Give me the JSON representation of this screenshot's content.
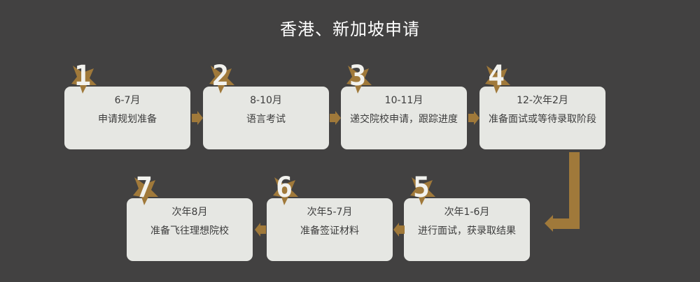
{
  "title": "香港、新加坡申请",
  "steps": [
    {
      "num": "1",
      "period": "6-7月",
      "desc": "申请规划准备"
    },
    {
      "num": "2",
      "period": "8-10月",
      "desc": "语言考试"
    },
    {
      "num": "3",
      "period": "10-11月",
      "desc": "递交院校申请，跟踪进度"
    },
    {
      "num": "4",
      "period": "12-次年2月",
      "desc": "准备面试或等待录取阶段"
    },
    {
      "num": "5",
      "period": "次年1-6月",
      "desc": "进行面试，获录取结果"
    },
    {
      "num": "6",
      "period": "次年5-7月",
      "desc": "准备签证材料"
    },
    {
      "num": "7",
      "period": "次年8月",
      "desc": "准备飞往理想院校"
    }
  ],
  "colors": {
    "background": "#424141",
    "box": "#e6e7e3",
    "accent": "#a0793a",
    "text": "#3c3c3c"
  }
}
